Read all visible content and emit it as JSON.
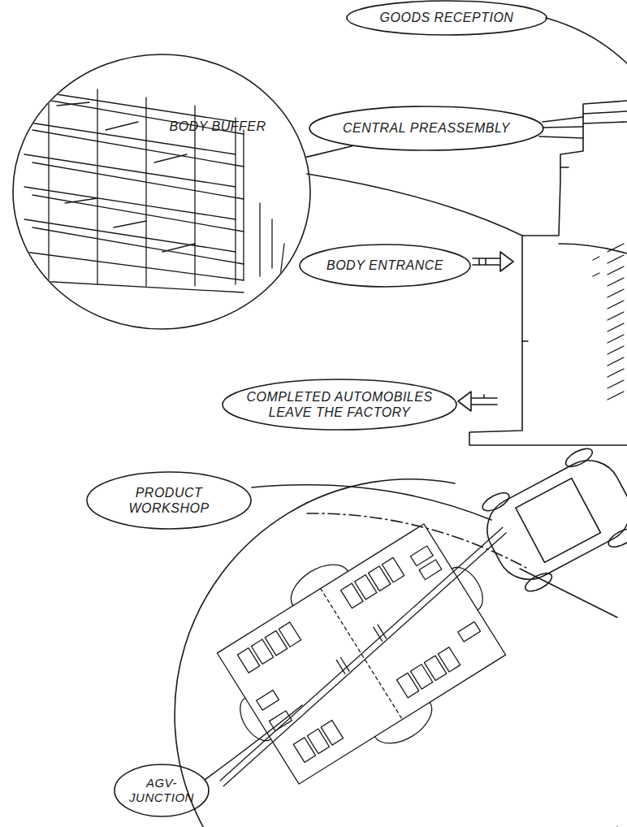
{
  "diagram": {
    "nodes": [
      {
        "text": [
          "GOODS RECEPTION"
        ]
      },
      {
        "text": [
          "BODY BUFFER"
        ]
      },
      {
        "text": [
          "CENTRAL PREASSEMBLY"
        ]
      },
      {
        "text": [
          "BODY ENTRANCE"
        ]
      },
      {
        "text": [
          "COMPLETED AUTOMOBILES LEAVE THE FACTORY"
        ]
      },
      {
        "text": [
          "PRODUCT WORKSHOP"
        ]
      },
      {
        "text": [
          "AGV-JUNCTION"
        ]
      }
    ],
    "edges": [
      {
        "from": 1,
        "to": 2,
        "arrow": "none"
      }
    ]
  }
}
